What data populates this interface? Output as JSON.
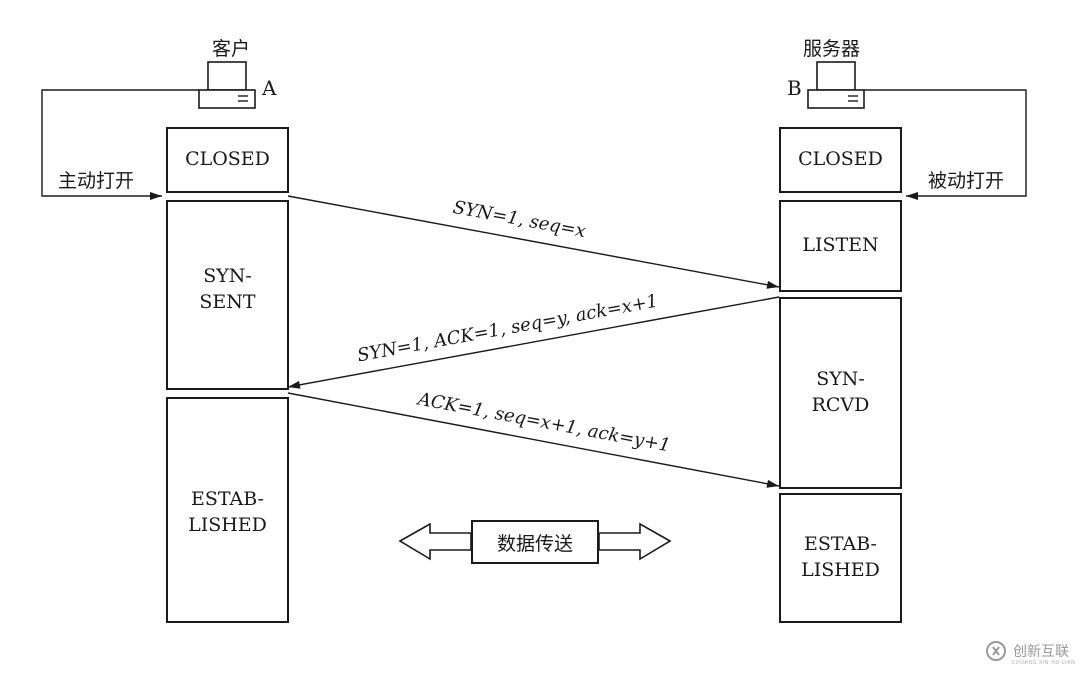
{
  "client": {
    "title": "客户",
    "id": "A",
    "open_label": "主动打开",
    "states": [
      "CLOSED",
      "SYN-\nSENT",
      "ESTAB-\nLISHED"
    ]
  },
  "server": {
    "title": "服务器",
    "id": "B",
    "open_label": "被动打开",
    "states": [
      "CLOSED",
      "LISTEN",
      "SYN-\nRCVD",
      "ESTAB-\nLISHED"
    ]
  },
  "messages": [
    {
      "text": "SYN=1, seq=x",
      "direction": "client-to-server"
    },
    {
      "text": "SYN=1, ACK=1, seq=y, ack=x+1",
      "direction": "server-to-client"
    },
    {
      "text": "ACK=1, seq=x+1, ack=y+1",
      "direction": "client-to-server"
    }
  ],
  "data_transfer": "数据传送",
  "watermark": {
    "text": "创新互联",
    "sub": "CHUANG XIN HU LIAN"
  },
  "icons": {
    "client": "computer-icon",
    "server": "computer-icon",
    "watermark": "logo-icon"
  }
}
